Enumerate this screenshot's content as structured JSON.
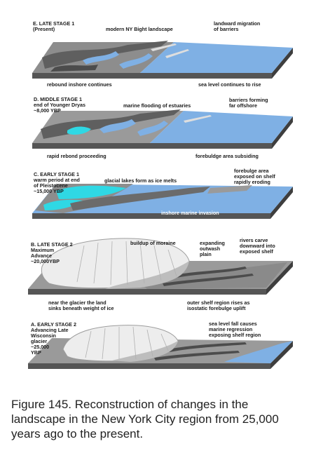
{
  "panels": {
    "e": {
      "title": "E. LATE STAGE 1\n(Present)",
      "annotations": {
        "top_center": "modern NY Bight landscape",
        "top_right": "landward migration\nof barriers",
        "bottom_left": "rebound inshore continues",
        "bottom_right": "sea level continues to rise"
      }
    },
    "d": {
      "title": "D. MIDDLE STAGE 1\nend of Younger Dryas\n~8,000 YBP",
      "annotations": {
        "top_center": "marine flooding of estuaries",
        "top_right": "barriers forming\nfar offshore",
        "bottom_left": "rapid rebond proceeding",
        "bottom_right": "forebuldge area subsiding"
      }
    },
    "c": {
      "title": "C. EARLY STAGE 1\nwarm period at end\nof Pleistocene\n~15,000 YBP",
      "annotations": {
        "top_center": "glacial lakes form as ice melts",
        "top_right": "forebulge area\nexposed on shelf\nrapidly eroding",
        "inset": "inshore marine invasion"
      }
    },
    "b": {
      "title": "B. LATE STAGE 2\nMaximum\nAdvance\n~20,000YBP",
      "annotations": {
        "top_center": "buildup of moraine",
        "top_mid_right": "expanding\noutwash\nplain",
        "top_right": "rivers carve\ndownward into\nexposed shelf",
        "bottom_left": "near the glacier the land\nsinks beneath weight of ice",
        "bottom_right": "outer shelf region rises as\nisostatic forebulge uplift"
      }
    },
    "a": {
      "title": "A. EARLY STAGE 2\nAdvancing Late\nWisconsin\nglacier\n~25,000\nYBP",
      "annotations": {
        "top_right": "sea level fall causes\nmarine regression\nexposing shelf region"
      }
    }
  },
  "caption": "Figure 145. Reconstruction of changes in the landscape in the New York City region from 25,000 years ago to the present.",
  "colors": {
    "ocean": "#7fb0e4",
    "ocean_dark": "#5e93d0",
    "lake": "#2fd8e4",
    "land_dark": "#6b6b6b",
    "land_mid": "#9a9a9a",
    "land_light": "#c9c9c9",
    "ice": "#ededed",
    "ice_shadow": "#bdbdbd",
    "block_side": "#555555"
  }
}
